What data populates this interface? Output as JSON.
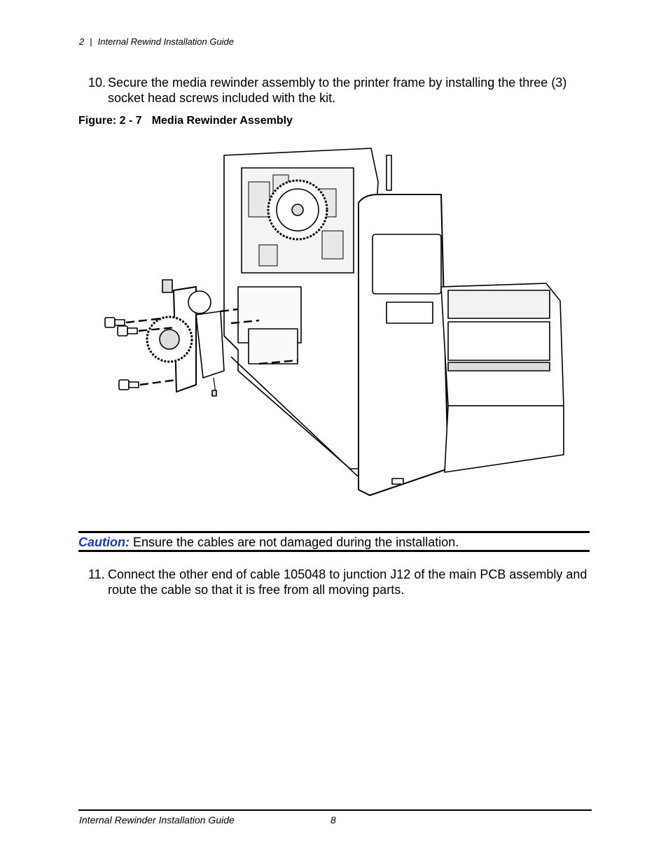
{
  "header": {
    "page_num": "2",
    "separator": "|",
    "title": "Internal Rewind Installation Guide"
  },
  "steps": [
    {
      "number": "10.",
      "text": "Secure the media rewinder assembly to the printer frame by installing the three (3) socket head screws included with the kit."
    },
    {
      "number": "11.",
      "text": "Connect the other end of cable 105048 to junction J12 of the main PCB assembly and route the cable so that it is free from all moving parts."
    }
  ],
  "figure": {
    "label": "Figure: 2 - 7",
    "title": "Media Rewinder Assembly"
  },
  "caution": {
    "label": "Caution:",
    "text": "Ensure the cables are not damaged during the installation."
  },
  "footer": {
    "title": "Internal Rewinder Installation Guide",
    "page": "8"
  },
  "colors": {
    "caution_label": "#1a33d6",
    "text": "#000000",
    "background": "#ffffff"
  }
}
